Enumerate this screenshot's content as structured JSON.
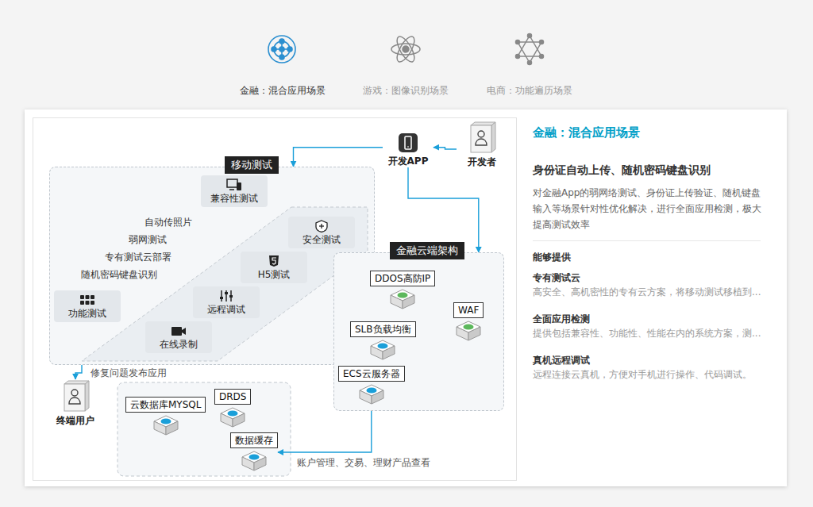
{
  "diagram": {
    "nodes": [
      {
        "text": [
          "开发者"
        ]
      },
      {
        "text": [
          "开发APP"
        ]
      },
      {
        "text": [
          "移动测试"
        ]
      },
      {
        "text": [
          "兼容性测试"
        ],
        "in": 2
      },
      {
        "text": [
          "安全测试"
        ],
        "in": 2
      },
      {
        "text": [
          "H5测试"
        ],
        "in": 2
      },
      {
        "text": [
          "远程调试"
        ],
        "in": 2
      },
      {
        "text": [
          "在线录制"
        ],
        "in": 2
      },
      {
        "text": [
          "功能测试"
        ],
        "in": 2
      },
      {
        "text": [
          "金融云端架构"
        ]
      },
      {
        "text": [
          "DDOS高防IP"
        ],
        "in": 9
      },
      {
        "text": [
          "WAF"
        ],
        "in": 9
      },
      {
        "text": [
          "SLB负载均衡"
        ],
        "in": 9
      },
      {
        "text": [
          "ECS云服务器"
        ],
        "in": 9
      },
      {
        "text": [
          "终端用户"
        ]
      },
      {
        "text": [
          "DRDS"
        ]
      },
      {
        "text": [
          "云数据库MYSQL"
        ]
      },
      {
        "text": [
          "数据缓存"
        ]
      }
    ],
    "edges": [
      {
        "from": 0,
        "to": 1,
        "arrow": "to"
      },
      {
        "from": 1,
        "to": 2,
        "arrow": "to"
      },
      {
        "from": 1,
        "to": 9,
        "arrow": "to"
      },
      {
        "from": 2,
        "to": 14,
        "label": "修复问题发布应用",
        "arrow": "to"
      },
      {
        "from": 13,
        "to": 17,
        "label": "账户管理、交易、理财产品查看",
        "arrow": "to"
      }
    ],
    "labels": [
      "金融：混合应用场景",
      "游戏：图像识别场景",
      "电商：功能遍历场景",
      "自动传照片",
      "弱网测试",
      "专有测试云部署",
      "随机密码键盘识别",
      "金融：混合应用场景",
      "身份证自动上传、随机密码键盘识别",
      "对金融App的弱网络测试、身份证上传验证、随机键盘输入等场景针对性优化解决，进行全面应用检测，极大提高测试效率",
      "能够提供",
      "专有测试云",
      "高安全、高机密性的专有云方案，将移动测试移植到...",
      "全面应用检测",
      "提供包括兼容性、功能性、性能在内的系统方案，测...",
      "真机远程调试",
      "远程连接云真机，方便对手机进行操作、代码调试。"
    ]
  }
}
